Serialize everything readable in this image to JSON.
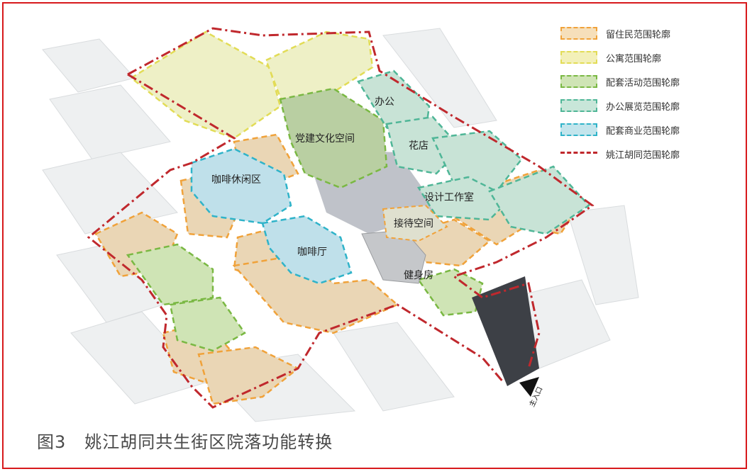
{
  "legend": [
    {
      "label": "留住民范围轮廓",
      "color": "#f0a23a",
      "fill": "#f6dfba",
      "style": "dashed"
    },
    {
      "label": "公寓范围轮廓",
      "color": "#e2dc56",
      "fill": "#f3f0b9",
      "style": "dashed"
    },
    {
      "label": "配套活动范围轮廓",
      "color": "#7ab843",
      "fill": "#cfe4b5",
      "style": "dashed"
    },
    {
      "label": "办公展览范围轮廓",
      "color": "#4fb697",
      "fill": "#c8e6d9",
      "style": "dashed"
    },
    {
      "label": "配套商业范围轮廓",
      "color": "#2fb3c9",
      "fill": "#c3e5ec",
      "style": "dashed"
    },
    {
      "label": "姚江胡同范围轮廓",
      "color": "#c0282d",
      "fill": "#ffffff",
      "style": "dashdot"
    }
  ],
  "zones": {
    "office": "办公",
    "party_culture": "党建文化空间",
    "flower_shop": "花店",
    "cafe_lounge": "咖啡休闲区",
    "design_studio": "设计工作室",
    "reception": "接待空间",
    "cafe": "咖啡厅",
    "gym": "健身房"
  },
  "entrance": "主入口",
  "caption": {
    "fig": "图3",
    "text": "姚江胡同共生街区院落功能转换"
  }
}
